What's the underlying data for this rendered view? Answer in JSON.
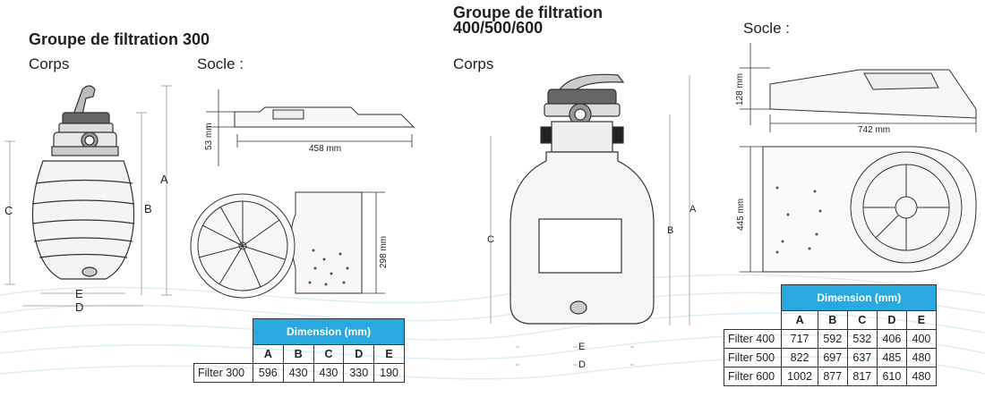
{
  "left": {
    "title": "Groupe de filtration 300",
    "body_label": "Corps",
    "base_label": "Socle :",
    "dims": {
      "a": "A",
      "b": "B",
      "c": "C",
      "d": "D",
      "e": "E"
    },
    "base_height": "53 mm",
    "base_length": "458 mm",
    "base_width": "298 mm",
    "table": {
      "header": "Dimension (mm)",
      "columns": [
        "A",
        "B",
        "C",
        "D",
        "E"
      ],
      "rows": [
        {
          "name": "Filter 300",
          "values": [
            "596",
            "430",
            "430",
            "330",
            "190"
          ]
        }
      ]
    }
  },
  "right": {
    "title_line1": "Groupe de filtration",
    "title_line2": "400/500/600",
    "body_label": "Corps",
    "base_label": "Socle :",
    "dims": {
      "a": "A",
      "b": "B",
      "c": "C",
      "d": "D",
      "e": "E"
    },
    "base_height": "128 mm",
    "base_length": "742 mm",
    "base_width": "445 mm",
    "table": {
      "header": "Dimension (mm)",
      "columns": [
        "A",
        "B",
        "C",
        "D",
        "E"
      ],
      "rows": [
        {
          "name": "Filter 400",
          "values": [
            "717",
            "592",
            "532",
            "406",
            "400"
          ]
        },
        {
          "name": "Filter 500",
          "values": [
            "822",
            "697",
            "637",
            "485",
            "480"
          ]
        },
        {
          "name": "Filter 600",
          "values": [
            "1002",
            "877",
            "817",
            "610",
            "480"
          ]
        }
      ]
    }
  }
}
